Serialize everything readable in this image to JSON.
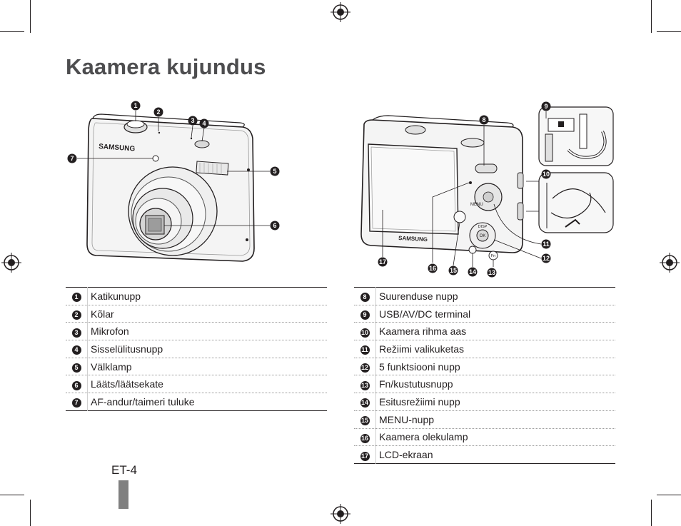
{
  "page": {
    "title": "Kaamera kujundus",
    "page_label": "ET-4"
  },
  "camera_front": {
    "brand": "SAMSUNG",
    "callouts": [
      "1",
      "2",
      "3",
      "4",
      "5",
      "6",
      "7"
    ]
  },
  "camera_back": {
    "brand": "SAMSUNG",
    "callouts": [
      "8",
      "9",
      "10",
      "11",
      "12",
      "13",
      "14",
      "15",
      "16",
      "17"
    ],
    "button_labels": {
      "menu": "MENU",
      "disp": "DISP",
      "ok": "OK",
      "fn": "Fn"
    }
  },
  "table_left": {
    "rows": [
      {
        "num": "1",
        "label": "Katikunupp"
      },
      {
        "num": "2",
        "label": "Kõlar"
      },
      {
        "num": "3",
        "label": "Mikrofon"
      },
      {
        "num": "4",
        "label": "Sisselülitusnupp"
      },
      {
        "num": "5",
        "label": "Välklamp"
      },
      {
        "num": "6",
        "label": "Lääts/läätsekate"
      },
      {
        "num": "7",
        "label": "AF-andur/taimeri tuluke"
      }
    ]
  },
  "table_right": {
    "rows": [
      {
        "num": "8",
        "label": "Suurenduse nupp"
      },
      {
        "num": "9",
        "label": "USB/AV/DC terminal"
      },
      {
        "num": "10",
        "label": "Kaamera rihma aas"
      },
      {
        "num": "11",
        "label": "Režiimi valikuketas"
      },
      {
        "num": "12",
        "label": "5 funktsiooni nupp"
      },
      {
        "num": "13",
        "label": "Fn/kustutusnupp"
      },
      {
        "num": "14",
        "label": "Esitusrežiimi nupp"
      },
      {
        "num": "15",
        "label": "MENU-nupp"
      },
      {
        "num": "16",
        "label": "Kaamera olekulamp"
      },
      {
        "num": "17",
        "label": "LCD-ekraan"
      }
    ]
  },
  "colors": {
    "text": "#231f20",
    "title": "#4d4d4f",
    "page_bar": "#808080"
  },
  "icons": [
    "registration-mark-icon"
  ]
}
